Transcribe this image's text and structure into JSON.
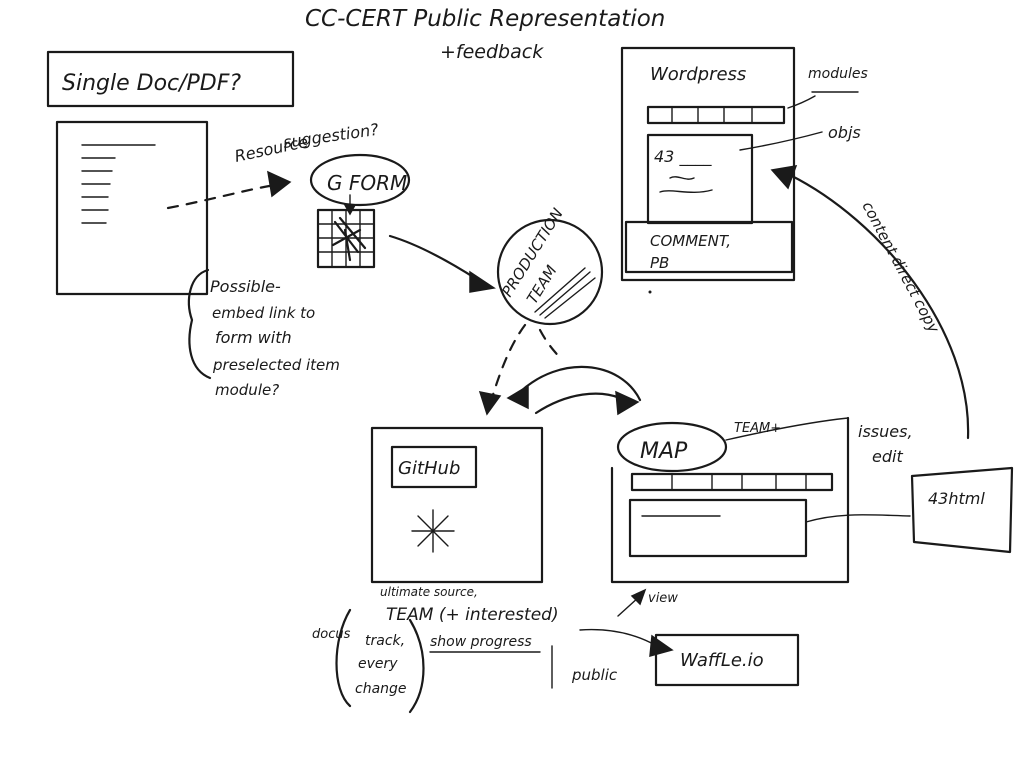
{
  "title": "CC-CERT  Public Representation",
  "subtitle": "+feedback",
  "single_doc": "Single Doc/PDF?",
  "resource_suggestion": [
    "Resource",
    "suggestion?"
  ],
  "gform": "G FORM",
  "possible_note": [
    "Possible-",
    "embed link to",
    "form with",
    "preselected item",
    "module?"
  ],
  "production_team": [
    "PRODUCTION",
    "TEAM"
  ],
  "wordpress": {
    "title": "Wordpress",
    "content_label": "43 ____",
    "comment_label": "COMMENT,",
    "comment_sub": "PB"
  },
  "modules_label": "modules",
  "objs_label": "objs",
  "content_direct_copy": "content direct copy",
  "github": {
    "label": "GitHub",
    "star": "*"
  },
  "map": {
    "label": "MAP",
    "team": "TEAM+"
  },
  "issues_edit": [
    "issues,",
    "edit"
  ],
  "html_43": "43html",
  "ultimate_source": "ultimate source,",
  "team_line": "TEAM (+ interested)",
  "view_label": "view",
  "docs_label": "docus",
  "track_note": [
    "track,",
    "every",
    "change"
  ],
  "show_progress": "show progress",
  "public_label": "public",
  "waffle": "WaffLe.io"
}
